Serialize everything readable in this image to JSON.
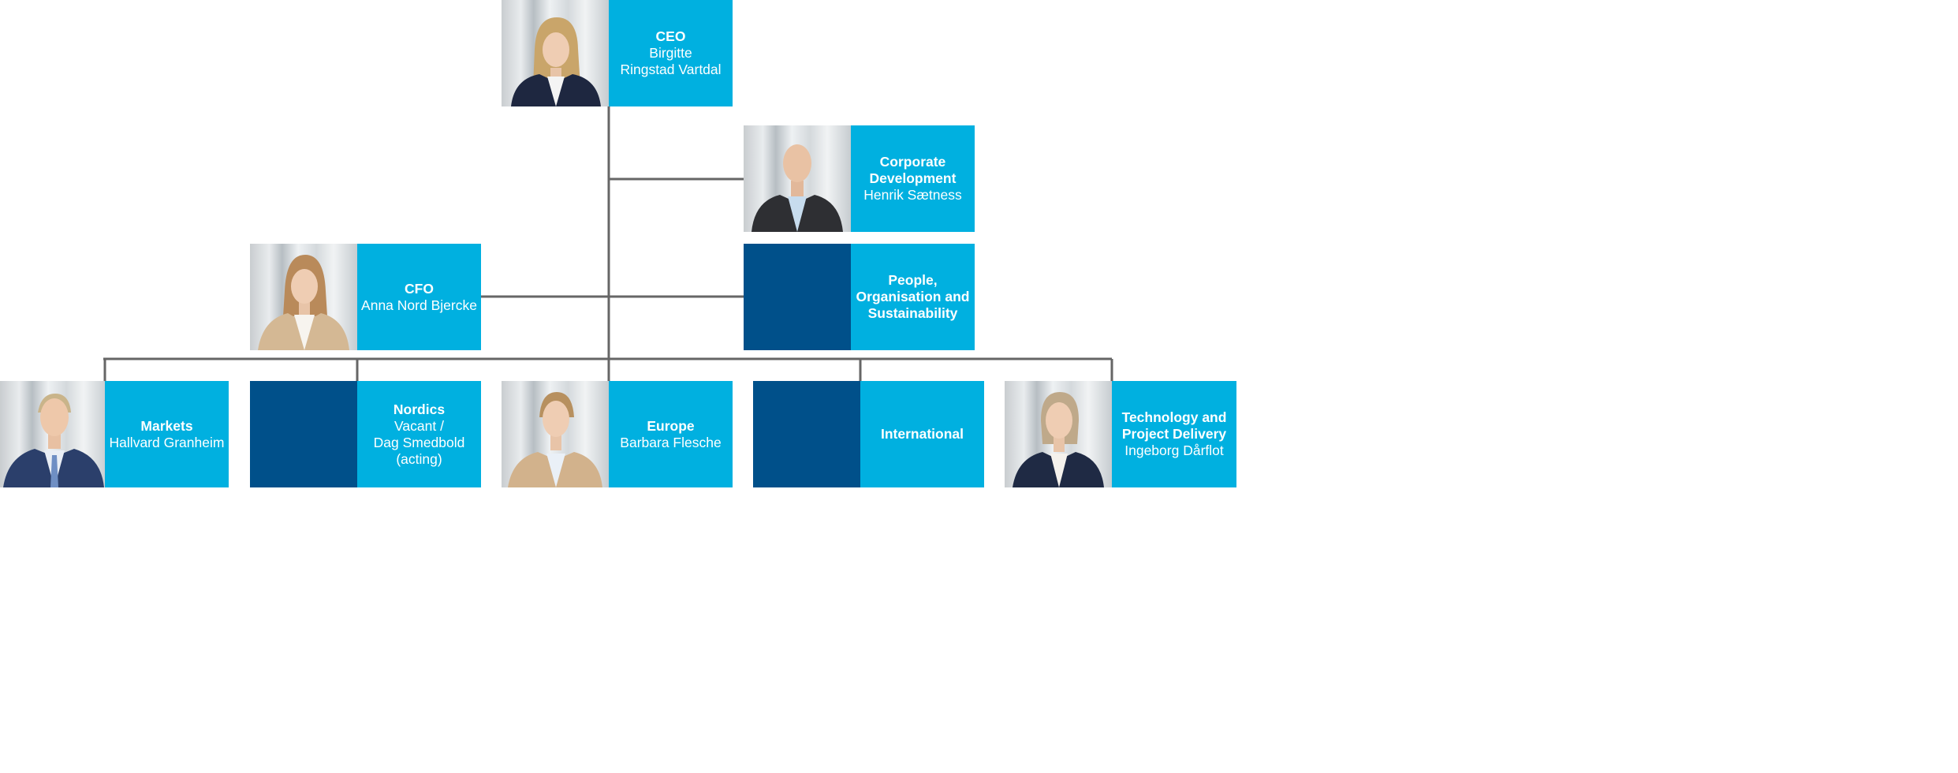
{
  "colors": {
    "role_box": "#00b0e0",
    "vacant_photo": "#00508a",
    "connector": "#666666",
    "background": "#ffffff"
  },
  "org": {
    "ceo": {
      "role": "CEO",
      "name": "Birgitte\nRingstad Vartdal"
    },
    "corporate_development": {
      "role": "Corporate\nDevelopment",
      "name": "Henrik Sætness"
    },
    "cfo": {
      "role": "CFO",
      "name": "Anna Nord Bjercke"
    },
    "people": {
      "role": "People,\nOrganisation and\nSustainability",
      "name": ""
    },
    "markets": {
      "role": "Markets",
      "name": "Hallvard Granheim"
    },
    "nordics": {
      "role": "Nordics",
      "name": "Vacant /\nDag Smedbold\n(acting)"
    },
    "europe": {
      "role": "Europe",
      "name": "Barbara Flesche"
    },
    "international": {
      "role": "International",
      "name": ""
    },
    "technology": {
      "role": "Technology and\nProject Delivery",
      "name": "Ingeborg Dårflot"
    }
  }
}
